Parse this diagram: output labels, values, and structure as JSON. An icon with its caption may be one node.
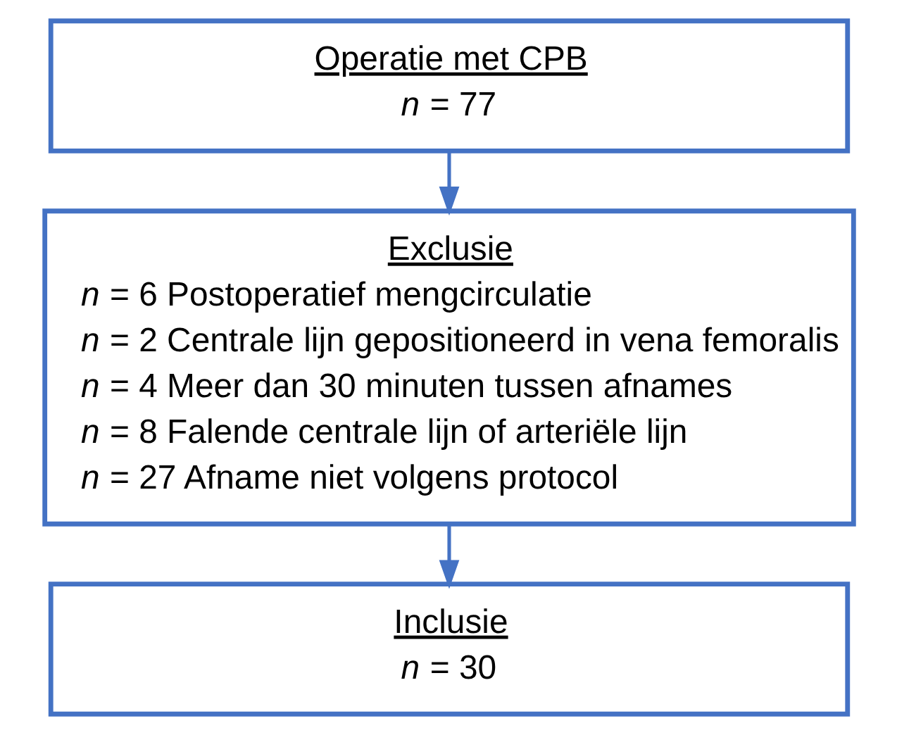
{
  "diagram": {
    "nodes": [
      {
        "text": [
          "Operatie met CPB",
          "*n* = 77"
        ]
      },
      {
        "text": [
          "Exclusie",
          "*n* = 6 Postoperatief mengcirculatie",
          "*n* = 2 Centrale lijn gepositioneerd in vena femoralis",
          "*n* = 4 Meer dan 30 minuten tussen afnames",
          "*n* = 8 Falende centrale lijn of arteriële lijn",
          "*n* = 27 Afname niet volgens protocol"
        ]
      },
      {
        "text": [
          "Inclusie",
          "*n* = 30"
        ]
      }
    ],
    "edges": [
      {
        "from": 0,
        "to": 1,
        "arrow": "to"
      },
      {
        "from": 1,
        "to": 2,
        "arrow": "to"
      }
    ]
  }
}
